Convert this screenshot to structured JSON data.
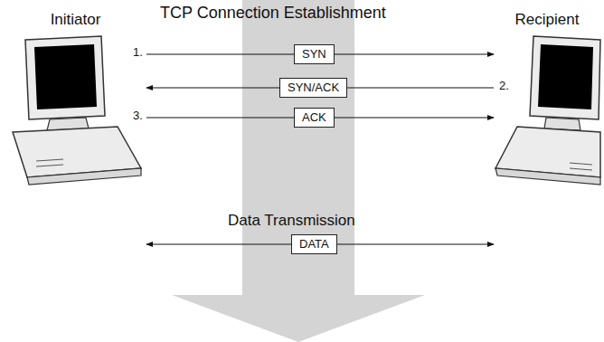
{
  "diagram": {
    "title": "TCP Connection Establishment",
    "nodes": [
      {
        "text": [
          "Initiator"
        ]
      },
      {
        "text": [
          "Recipient"
        ]
      }
    ],
    "edges": [
      {
        "from": 0,
        "to": 1,
        "label": "SYN",
        "arrow": "to"
      },
      {
        "from": 1,
        "to": 0,
        "label": "SYN/ACK",
        "arrow": "to"
      },
      {
        "from": 0,
        "to": 1,
        "label": "ACK",
        "arrow": "to"
      },
      {
        "from": 0,
        "to": 1,
        "label": "DATA",
        "arrow": "both"
      }
    ],
    "labels": [
      "1.",
      "2.",
      "3.",
      "Data Transmission"
    ]
  }
}
